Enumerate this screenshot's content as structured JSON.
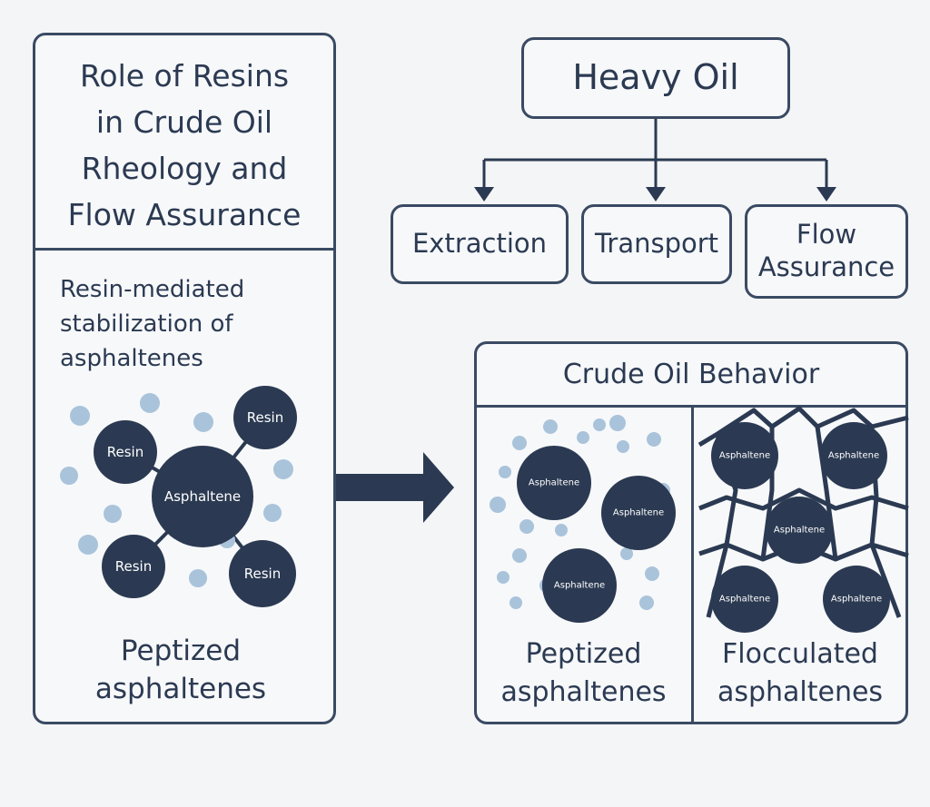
{
  "left_panel": {
    "title": "Role of Resins\nin Crude Oil\nRheology and\nFlow Assurance",
    "subtitle": "Resin-mediated\nstabilization of\nasphaltenes",
    "center_label": "Asphaltene",
    "resin_label": "Resin",
    "caption": "Peptized\nasphaltenes"
  },
  "tree": {
    "root": "Heavy Oil",
    "children": [
      "Extraction",
      "Transport",
      "Flow\nAssurance"
    ]
  },
  "behavior_panel": {
    "title": "Crude Oil Behavior",
    "particle_label": "Asphaltene",
    "left_caption": "Peptized\nasphaltenes",
    "right_caption": "Flocculated\nasphaltenes"
  },
  "colors": {
    "dark": "#2b3a52",
    "border": "#3a4a63",
    "dot": "#a9c3da",
    "background": "#f4f5f7"
  }
}
